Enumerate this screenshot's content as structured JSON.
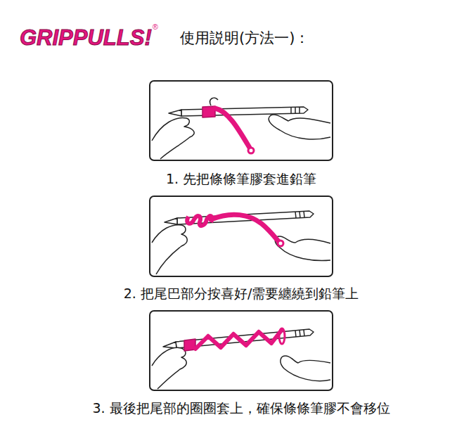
{
  "diagram": {
    "title": "使用説明(方法一)：",
    "labels": [
      "GRIPPULLS!",
      "®",
      "1. 先把條條筆膠套進鉛筆",
      "2. 把尾巴部分按喜好/需要纏繞到鉛筆上",
      "3. 最後把尾部的圈圈套上，確保條條筆膠不會移位"
    ]
  }
}
